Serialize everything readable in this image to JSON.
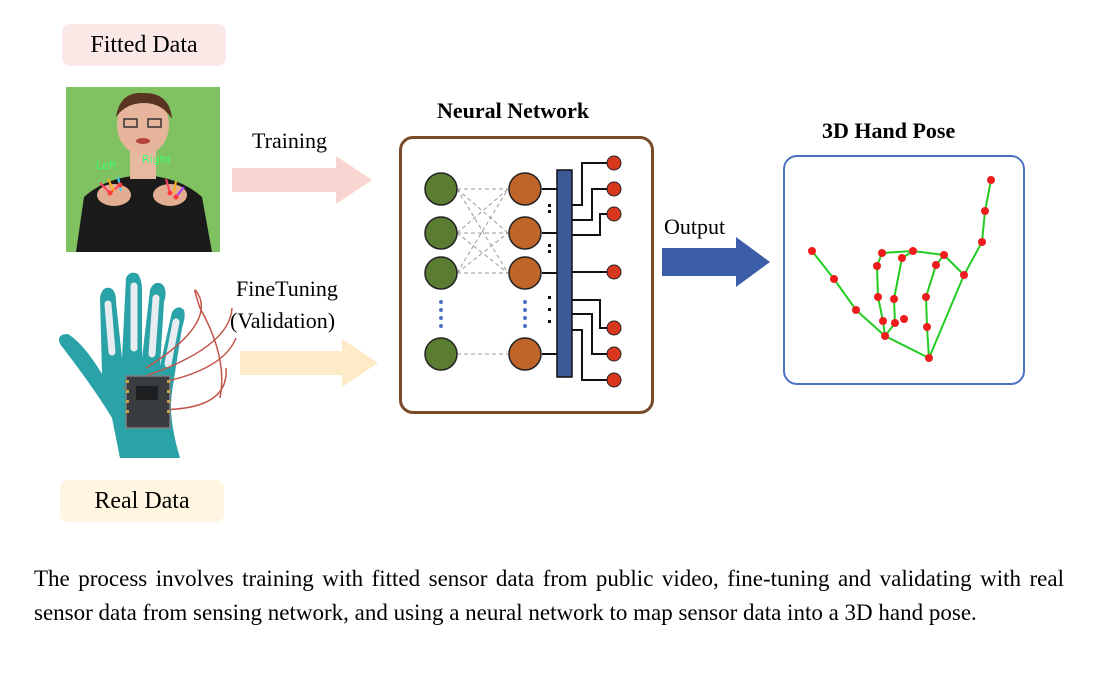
{
  "labels": {
    "fitted_data": "Fitted Data",
    "real_data": "Real Data",
    "training": "Training",
    "finetuning_line1": "FineTuning",
    "finetuning_line2": "(Validation)",
    "neural_network": "Neural Network",
    "output": "Output",
    "hand_pose": "3D Hand Pose"
  },
  "video_overlay": {
    "left": "Left",
    "right": "Right"
  },
  "caption": "The process involves training with fitted sensor data from public video, fine-tuning and validating with real sensor data from sensing network, and using a neural network to map sensor data into a 3D hand pose.",
  "colors": {
    "fitted_pill": "#fbe9e7",
    "real_pill": "#fff5e0",
    "training_arrow": "#f9d5d2",
    "finetune_arrow": "#fdebc7",
    "output_arrow": "#3c5da8",
    "nn_border": "#7a4a2a",
    "input_node": "#5a7d32",
    "hidden_node": "#c0652a",
    "output_node": "#d9381e",
    "bus": "#3b5a96",
    "pose_border": "#4a72c0",
    "pose_joint": "#ee1c1c",
    "pose_bone": "#22cc22",
    "video_bg": "#7fc160",
    "glove": "#2aa3a8"
  }
}
